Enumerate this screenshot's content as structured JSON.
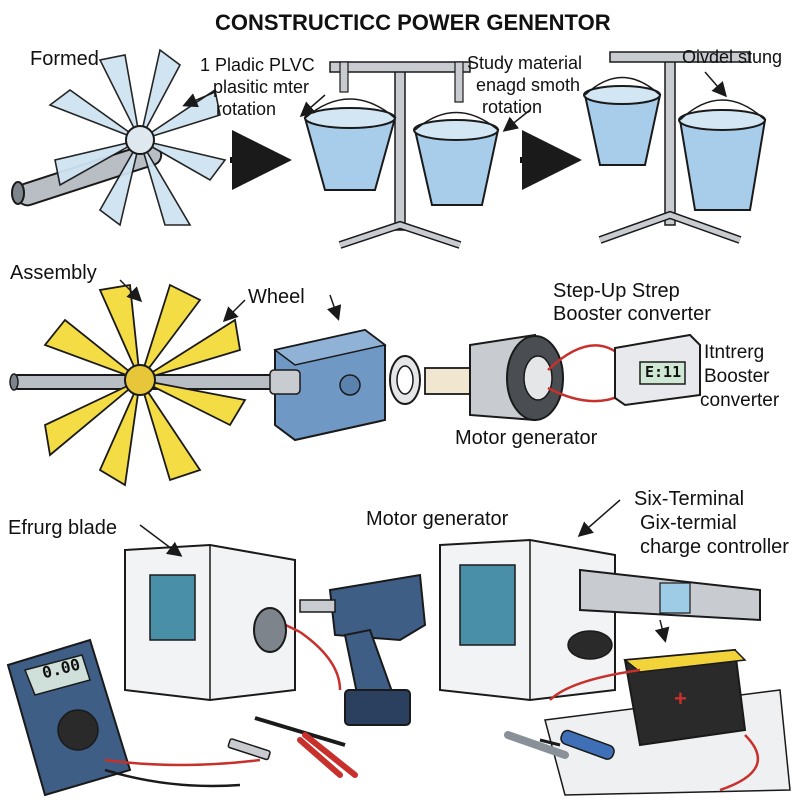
{
  "title": "CONSTRUCTICC POWER GENENTOR",
  "top_row": {
    "formed": "Formed",
    "pvc_line1": "1 Pladic PLVC",
    "pvc_line2": "plasitic mter",
    "pvc_line3": "rotation",
    "study_line1": "Study material",
    "study_line2": "enagd smoth",
    "study_line3": "rotation",
    "oivdel": "Oivdel stung"
  },
  "middle_row": {
    "assembly": "Assembly",
    "wheel": "Wheel",
    "stepup_line1": "Step-Up Strep",
    "stepup_line2": "Booster converter",
    "intrerg_line1": "Itntrerg",
    "intrerg_line2": "Booster",
    "intrerg_line3": "converter",
    "motor_generator": "Motor generator",
    "display_readout": "E:11"
  },
  "bottom_row": {
    "efrurg": "Efrurg blade",
    "motor_generator": "Motor generator",
    "sixterm_line1": "Six-Terminal",
    "sixterm_line2": "Gix-termial",
    "sixterm_line3": "charge controller",
    "meter_readout": "0.00"
  },
  "colors": {
    "ink": "#1a1a1a",
    "pale_blade": "#cfe3f2",
    "yellow_blade": "#f4dc45",
    "motor_blue": "#6f98c4",
    "water": "#a8cdea",
    "drill_blue": "#3f5e86",
    "battery": "#2a2a2a",
    "battery_top": "#f2d33a",
    "wire_red": "#c8302c",
    "board_green": "#4a8fa8"
  }
}
